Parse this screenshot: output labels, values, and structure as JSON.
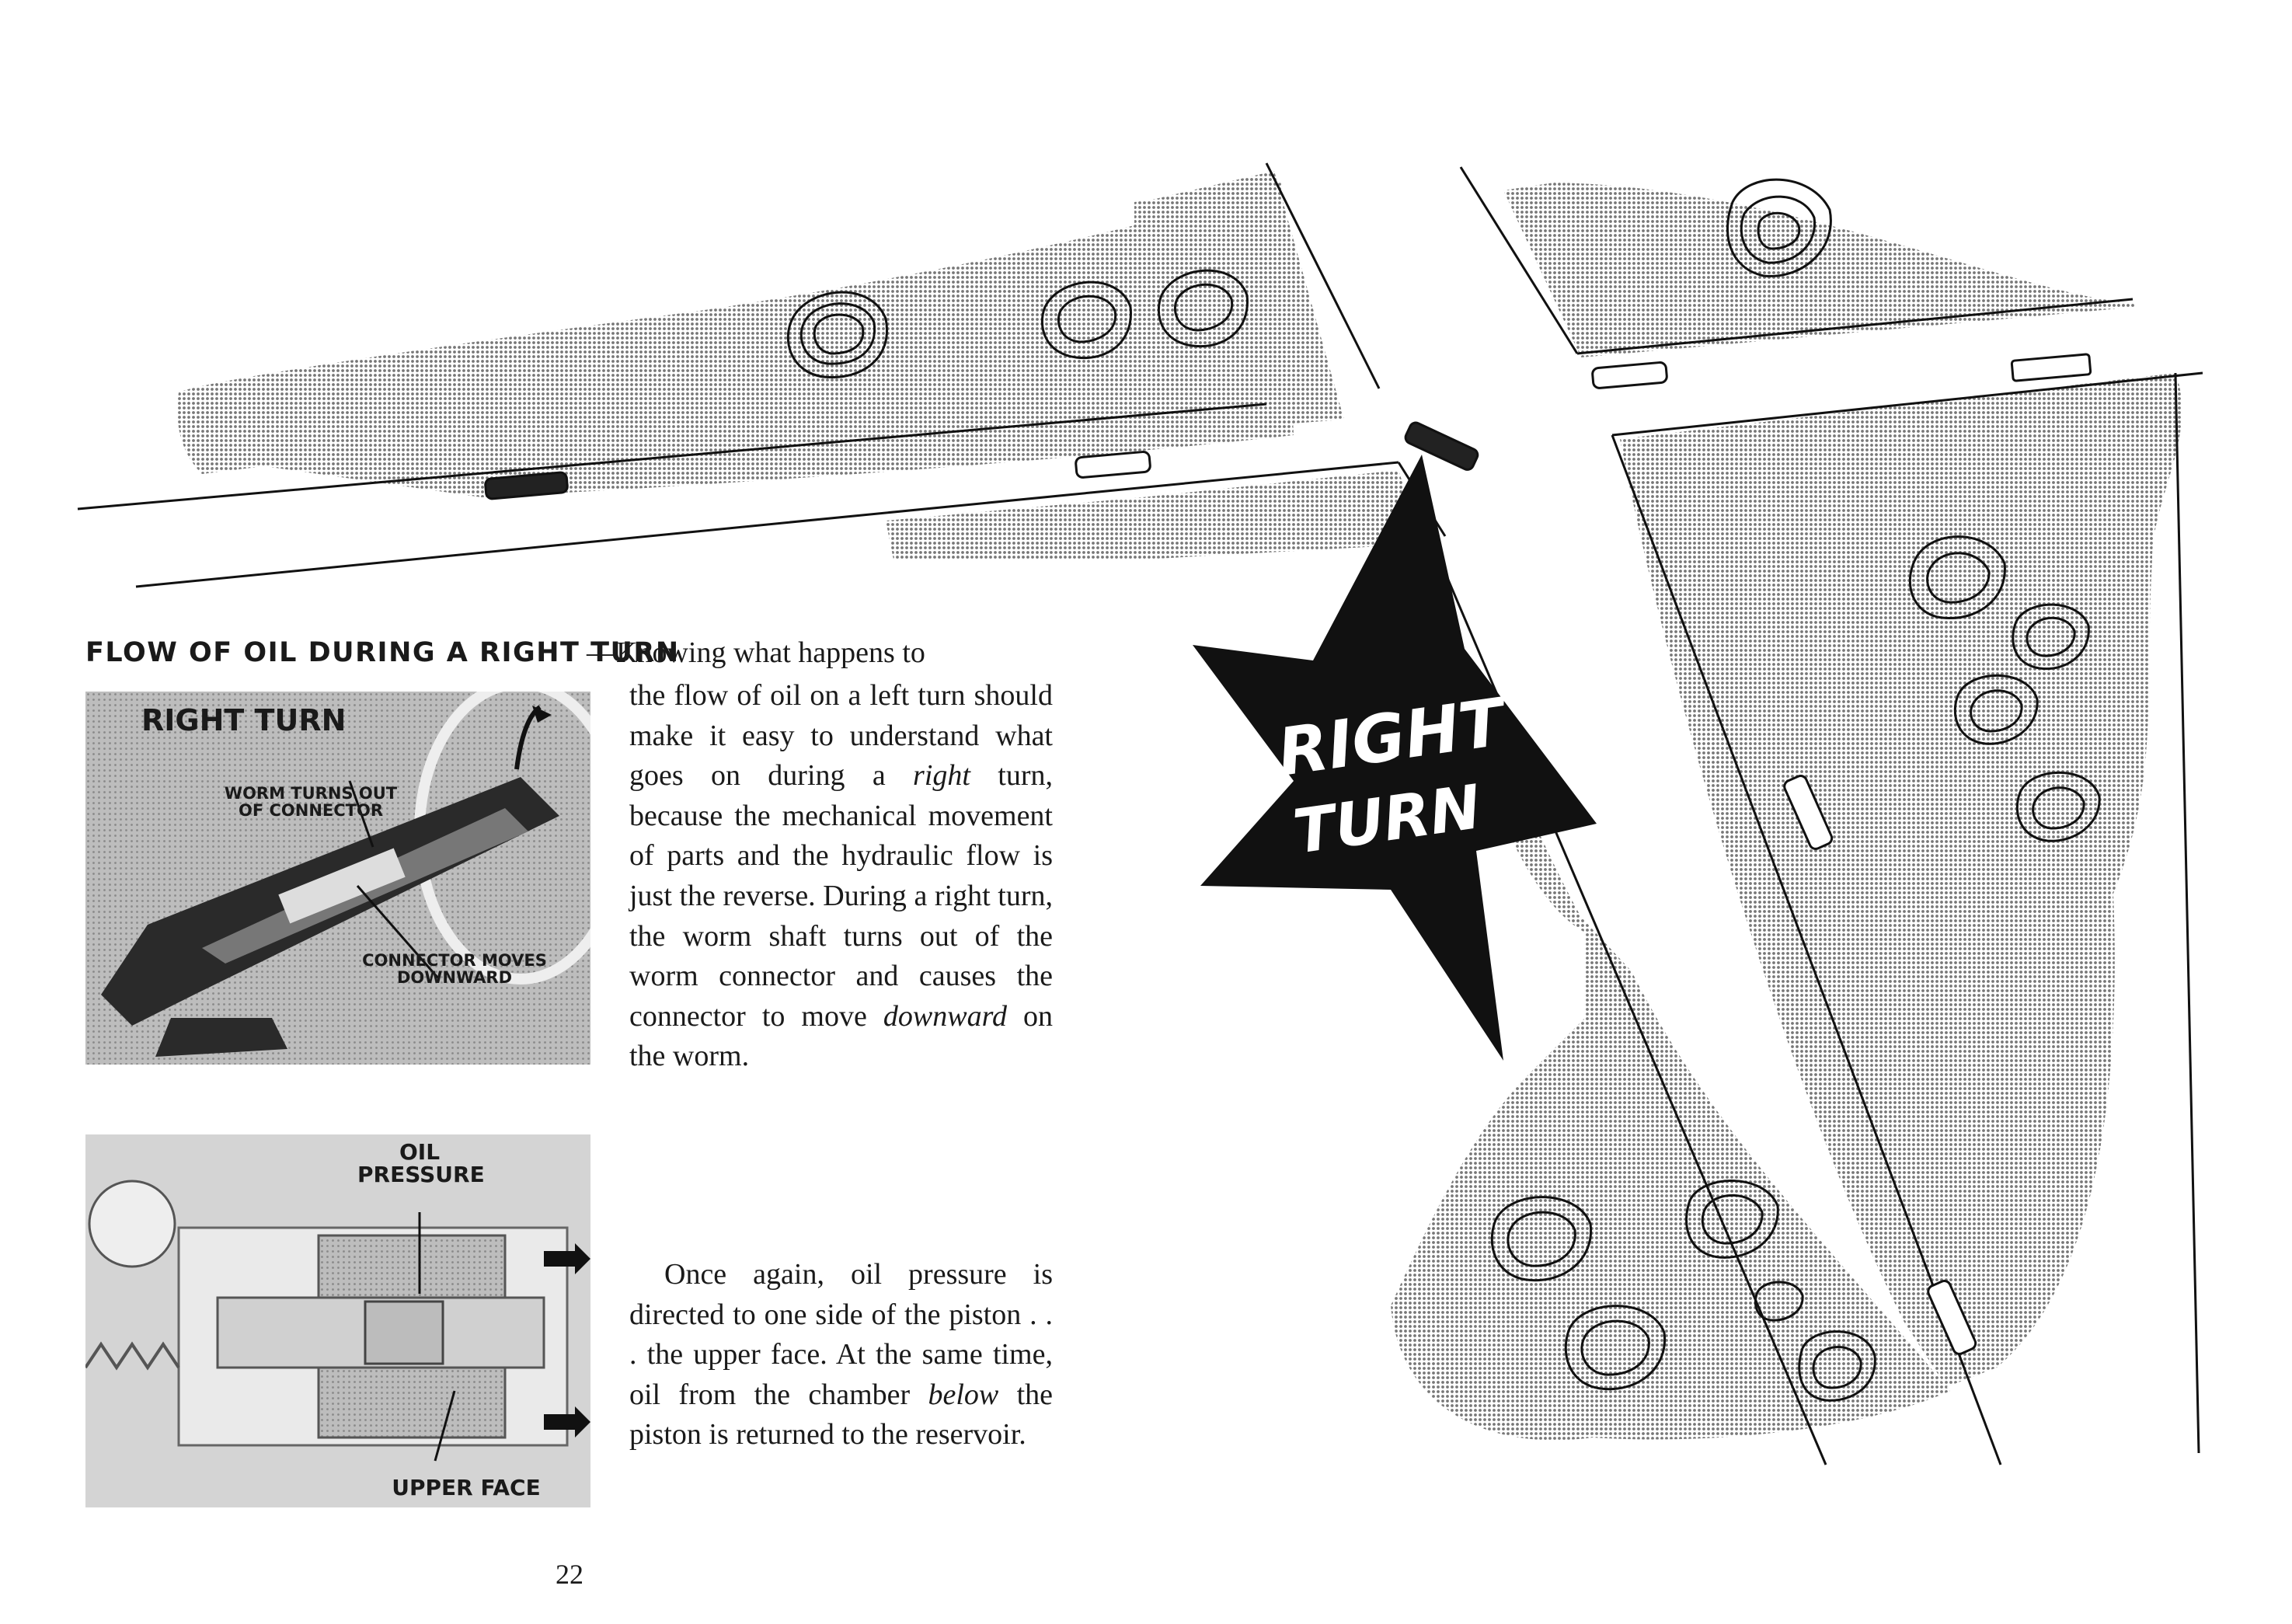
{
  "heading": "FLOW OF OIL DURING A RIGHT TURN",
  "paragraph1": {
    "lead": "—Knowing what happens to",
    "rest_parts": [
      "the flow of oil on a left turn should make it easy to understand what goes on during a ",
      "right",
      " turn, because the mechanical movement of parts and the hydraulic flow is just the reverse. During a right turn, the worm shaft turns out of the worm connector and causes the connector to move ",
      "downward",
      " on the worm."
    ]
  },
  "paragraph2": {
    "parts": [
      "Once again, oil pressure is directed to one side of the piston . . . the upper face. At the same time, oil from the chamber ",
      "below",
      " the piston is returned to the reservoir."
    ]
  },
  "figure1": {
    "title": "RIGHT TURN",
    "label_worm": "WORM TURNS OUT OF CONNECTOR",
    "label_connector": "CONNECTOR MOVES DOWNWARD"
  },
  "figure2": {
    "label_oil": "OIL PRESSURE",
    "label_face": "UPPER FACE"
  },
  "star": {
    "line1": "RIGHT",
    "line2": "TURN"
  },
  "page_number": "22"
}
